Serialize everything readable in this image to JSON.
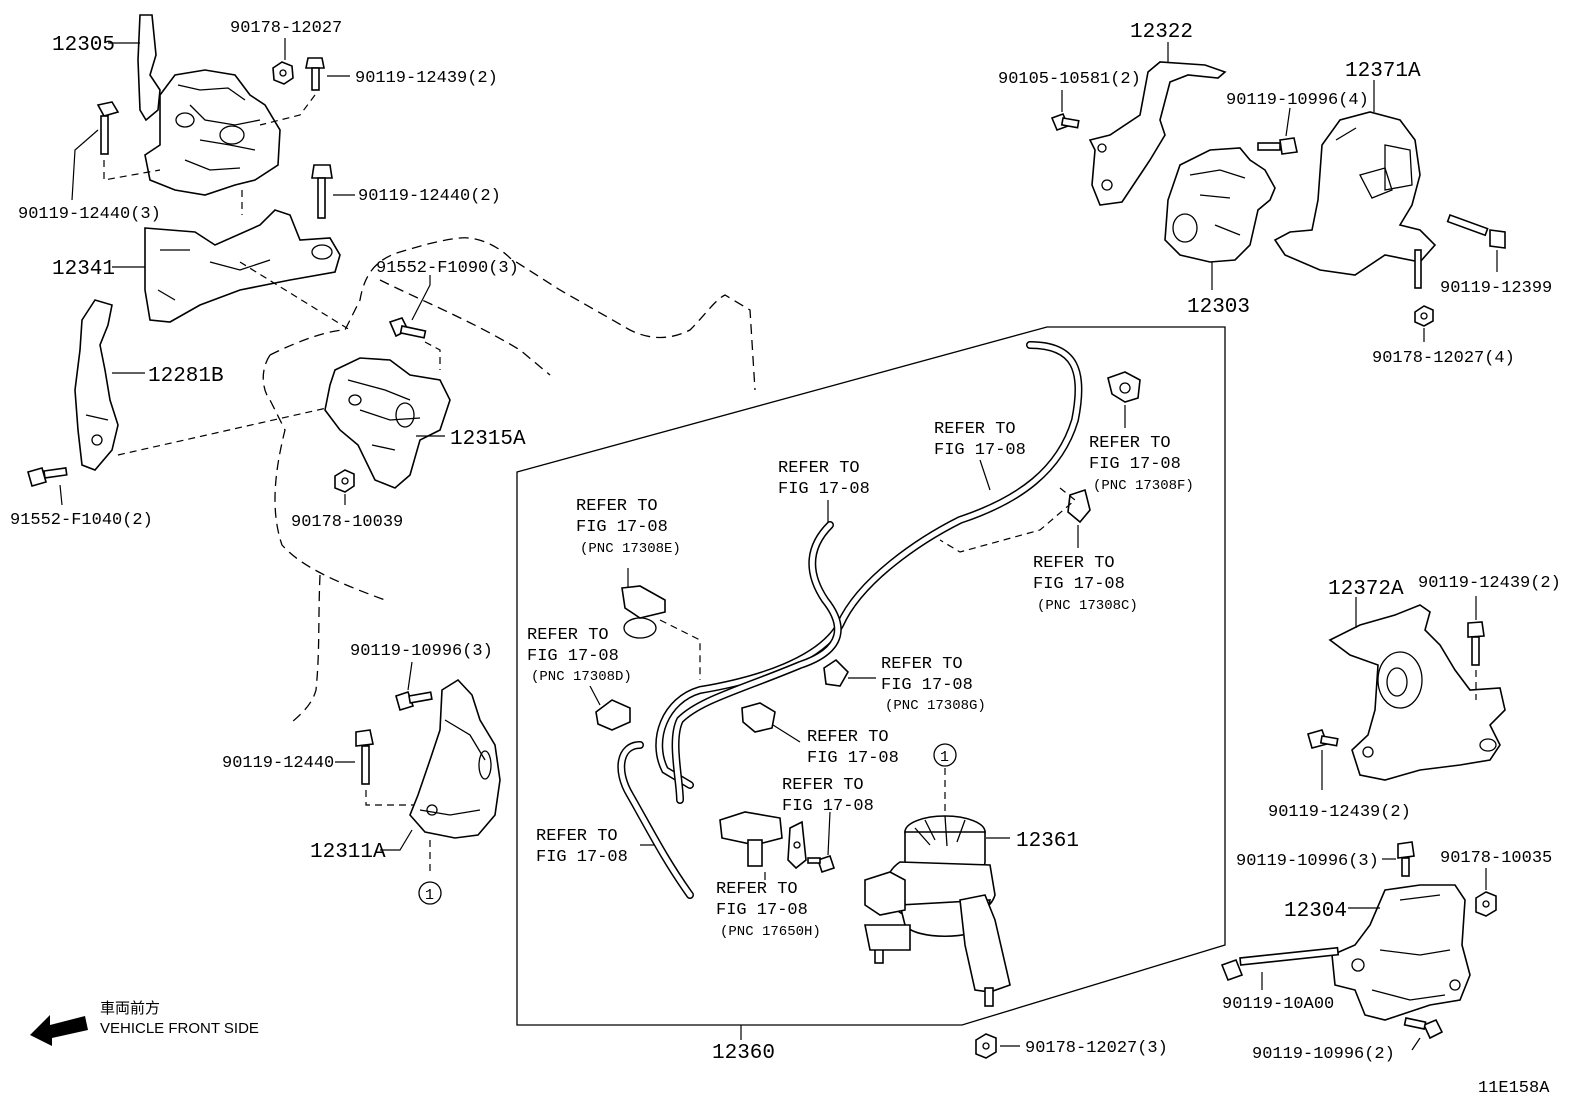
{
  "labels": {
    "p12305": "12305",
    "p90178_12027_a": "90178-12027",
    "p90119_12439_2a": "90119-12439(2)",
    "p90119_12440_3": "90119-12440(3)",
    "p90119_12440_2": "90119-12440(2)",
    "p12341": "12341",
    "p91552_F1090_3": "91552-F1090(3)",
    "p12281B": "12281B",
    "p12315A": "12315A",
    "p91552_F1040_2": "91552-F1040(2)",
    "p90178_10039": "90178-10039",
    "p90119_10996_3a": "90119-10996(3)",
    "p90119_12440": "90119-12440",
    "p12311A": "12311A",
    "p12322": "12322",
    "p90105_10581_2": "90105-10581(2)",
    "p90119_10996_4": "90119-10996(4)",
    "p12371A": "12371A",
    "p12303": "12303",
    "p90119_12399": "90119-12399",
    "p90178_12027_4": "90178-12027(4)",
    "p12372A": "12372A",
    "p90119_12439_2b": "90119-12439(2)",
    "p90119_12439_2c": "90119-12439(2)",
    "p90119_10996_3b": "90119-10996(3)",
    "p90178_10035": "90178-10035",
    "p12304": "12304",
    "p90119_10A00": "90119-10A00",
    "p90119_10996_2": "90119-10996(2)",
    "p12361": "12361",
    "p12360": "12360",
    "p90178_12027_3": "90178-12027(3)",
    "figure_code": "11E158A"
  },
  "refs": {
    "refer": "REFER TO",
    "fig": "FIG 17-08",
    "pnc_17308E": "(PNC 17308E)",
    "pnc_17308D": "(PNC 17308D)",
    "pnc_17308F": "(PNC 17308F)",
    "pnc_17308C": "(PNC 17308C)",
    "pnc_17308G": "(PNC 17308G)",
    "pnc_17650H": "(PNC 17650H)"
  },
  "callout": {
    "number": "1"
  },
  "direction": {
    "japanese": "車両前方",
    "english": "VEHICLE FRONT SIDE"
  },
  "icons": [
    "front-direction-arrow-icon",
    "callout-circle-icon"
  ]
}
